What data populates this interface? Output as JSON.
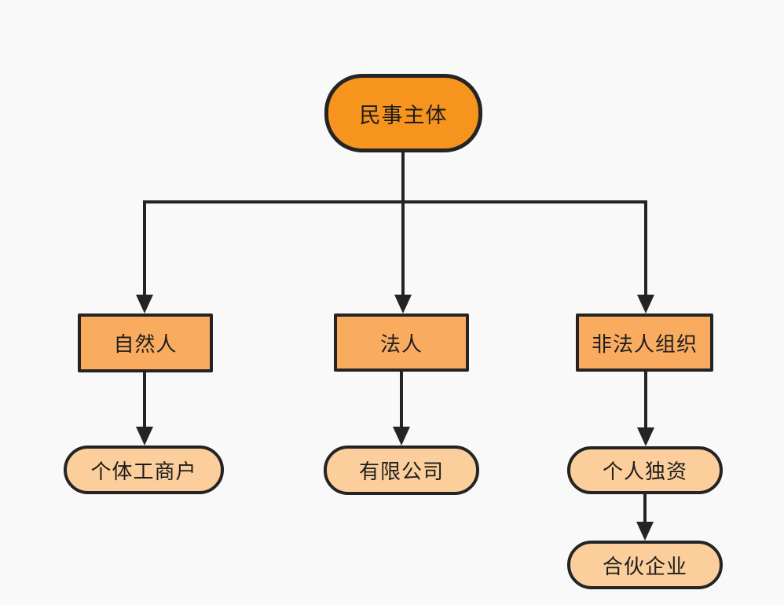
{
  "diagram": {
    "type": "flowchart",
    "root": {
      "id": "civil-subject",
      "label": "民事主体"
    },
    "level2": [
      {
        "id": "natural-person",
        "label": "自然人",
        "parent": "civil-subject"
      },
      {
        "id": "legal-person",
        "label": "法人",
        "parent": "civil-subject"
      },
      {
        "id": "unincorporated-organization",
        "label": "非法人组织",
        "parent": "civil-subject"
      }
    ],
    "level3": [
      {
        "id": "individual-business",
        "label": "个体工商户",
        "parent": "natural-person"
      },
      {
        "id": "limited-company",
        "label": "有限公司",
        "parent": "legal-person"
      },
      {
        "id": "sole-proprietorship",
        "label": "个人独资",
        "parent": "unincorporated-organization"
      }
    ],
    "level4": [
      {
        "id": "partnership-enterprise",
        "label": "合伙企业",
        "parent": "sole-proprietorship"
      }
    ],
    "colors": {
      "root_fill": "#F7941E",
      "branch_fill": "#F9AC60",
      "leaf_fill": "#FBCE9C",
      "stroke": "#242424",
      "background": "#F9F9FA"
    }
  }
}
